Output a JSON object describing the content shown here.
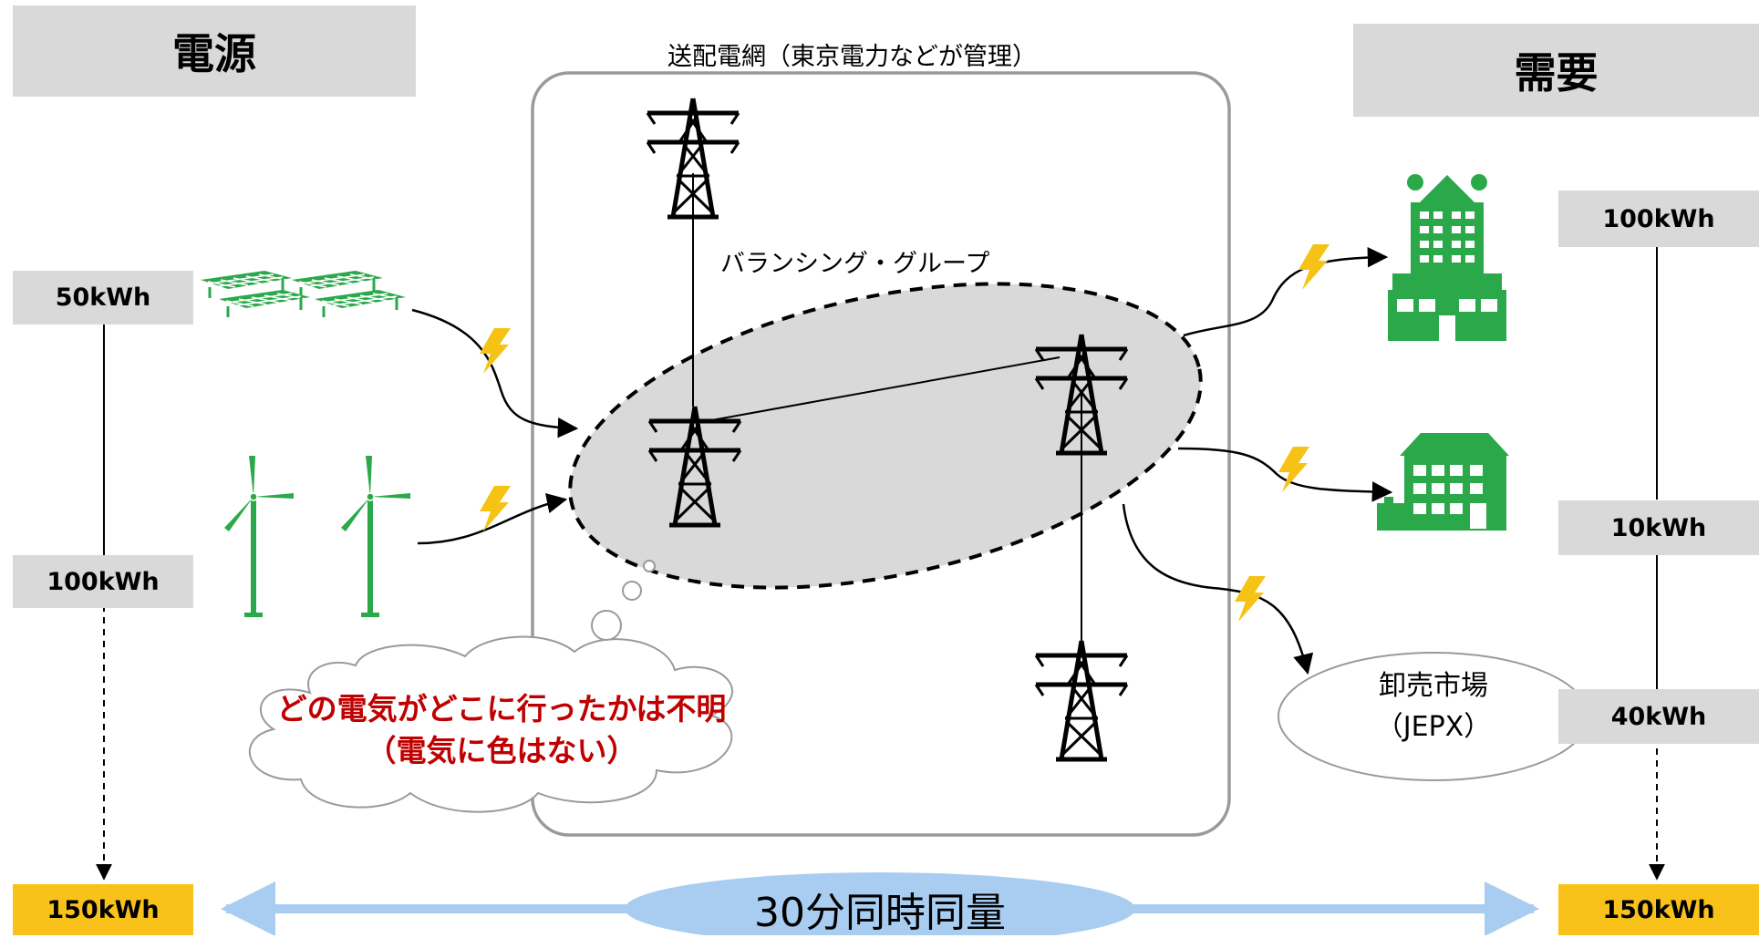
{
  "supply": {
    "title": "電源",
    "solar_value": "50kWh",
    "wind_value": "100kWh",
    "total": "150kWh"
  },
  "demand": {
    "title": "需要",
    "office_value": "100kWh",
    "house_value": "10kWh",
    "market_value": "40kWh",
    "total": "150kWh"
  },
  "grid": {
    "label": "送配電網（東京電力などが管理）",
    "group_label": "バランシング・グループ"
  },
  "cloud": {
    "line1": "どの電気がどこに行ったかは不明",
    "line2": "（電気に色はない）"
  },
  "market": {
    "line1": "卸売市場",
    "line2": "（JEPX）"
  },
  "sync": {
    "label": "30分同時同量"
  },
  "colors": {
    "gray_box": "#d9d9d9",
    "total_box": "#f9c21b",
    "icon_green": "#2aa84a",
    "bolt": "#f5c215",
    "cloud_text": "#c00000",
    "sync_bar": "#a8cdf0"
  },
  "icons": [
    "solar-panel-icon",
    "wind-turbine-icon",
    "pylon-icon",
    "lightning-icon",
    "office-building-icon",
    "house-icon"
  ]
}
